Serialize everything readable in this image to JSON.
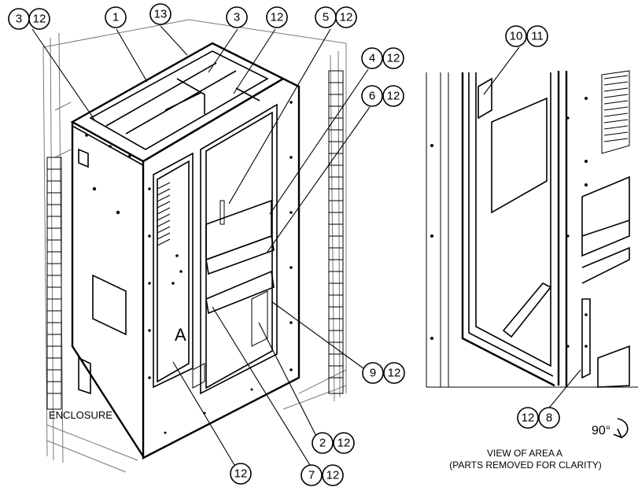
{
  "callouts": {
    "c_3a": "3",
    "c_12a": "12",
    "c_1": "1",
    "c_13": "13",
    "c_3b": "3",
    "c_12b": "12",
    "c_5": "5",
    "c_12c": "12",
    "c_4": "4",
    "c_12d": "12",
    "c_6": "6",
    "c_12e": "12",
    "c_9": "9",
    "c_12f": "12",
    "c_2": "2",
    "c_12g": "12",
    "c_12h": "12",
    "c_7": "7",
    "c_12i": "12",
    "c_10": "10",
    "c_11": "11",
    "c_12j": "12",
    "c_8": "8"
  },
  "labels": {
    "enclosure": "ENCLOSURE",
    "area_marker": "A",
    "rotation": "90°",
    "view_title": "VIEW OF AREA  A",
    "view_note": "(PARTS REMOVED FOR CLARITY)"
  }
}
